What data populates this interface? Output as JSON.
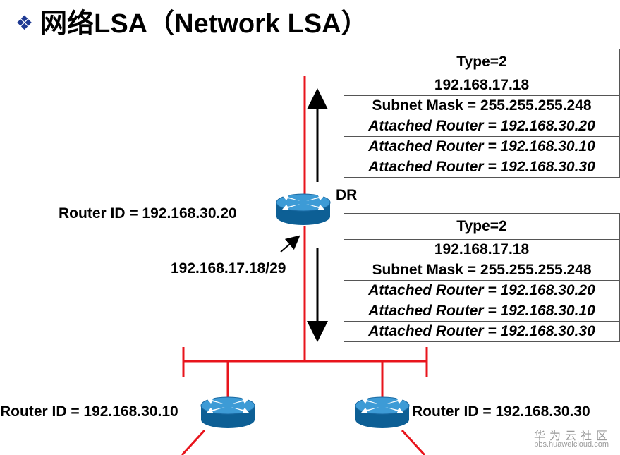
{
  "title": {
    "bullet": "❖",
    "text": "网络LSA（Network LSA）"
  },
  "colors": {
    "link": "#e8141c",
    "router_top": "#2a8bc8",
    "router_side": "#0d5f95",
    "bullet": "#1f3a93"
  },
  "dr_label": "DR",
  "routers": {
    "dr": {
      "label": "Router ID = 192.168.30.20"
    },
    "left": {
      "label": "Router ID = 192.168.30.10"
    },
    "right": {
      "label": "Router ID = 192.168.30.30"
    }
  },
  "interface_label": "192.168.17.18/29",
  "lsa_tables": [
    {
      "rows": [
        "Type=2",
        "192.168.17.18",
        "Subnet Mask = 255.255.255.248",
        "Attached Router = 192.168.30.20",
        "Attached Router = 192.168.30.10",
        "Attached Router = 192.168.30.30"
      ]
    },
    {
      "rows": [
        "Type=2",
        "192.168.17.18",
        "Subnet Mask = 255.255.255.248",
        "Attached Router = 192.168.30.20",
        "Attached Router = 192.168.30.10",
        "Attached Router = 192.168.30.30"
      ]
    }
  ],
  "watermark": {
    "line1": "华为云社区",
    "line2": "bbs.huaweicloud.com"
  }
}
